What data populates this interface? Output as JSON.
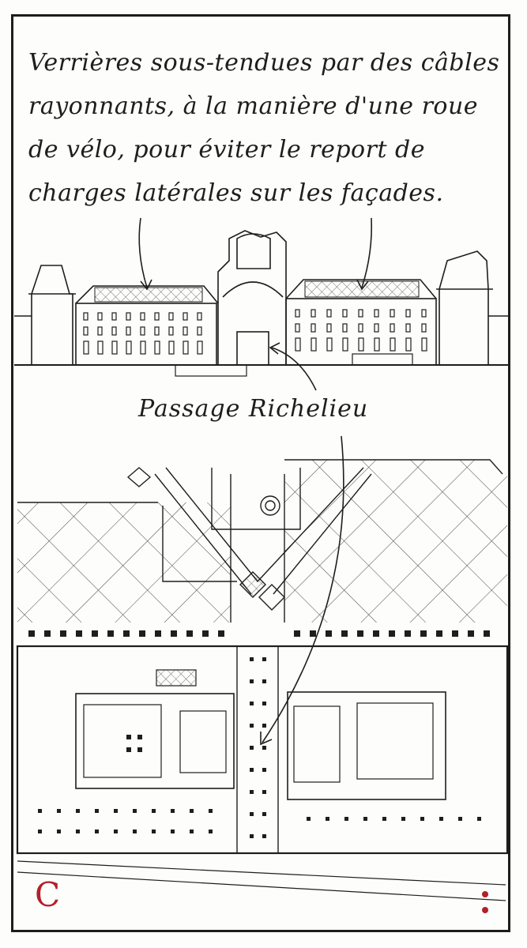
{
  "caption": {
    "text": "Verrières sous-tendues par des câbles rayonnants, à la manière d'une roue de vélo, pour éviter le report de charges latérales sur les façades."
  },
  "label": {
    "text": "Passage Richelieu"
  },
  "corner": {
    "letter": "C",
    "color": "#b2202a"
  },
  "drawing": {
    "ink": "#1e1e1e",
    "accent_icon": "dot-pair-icon"
  }
}
